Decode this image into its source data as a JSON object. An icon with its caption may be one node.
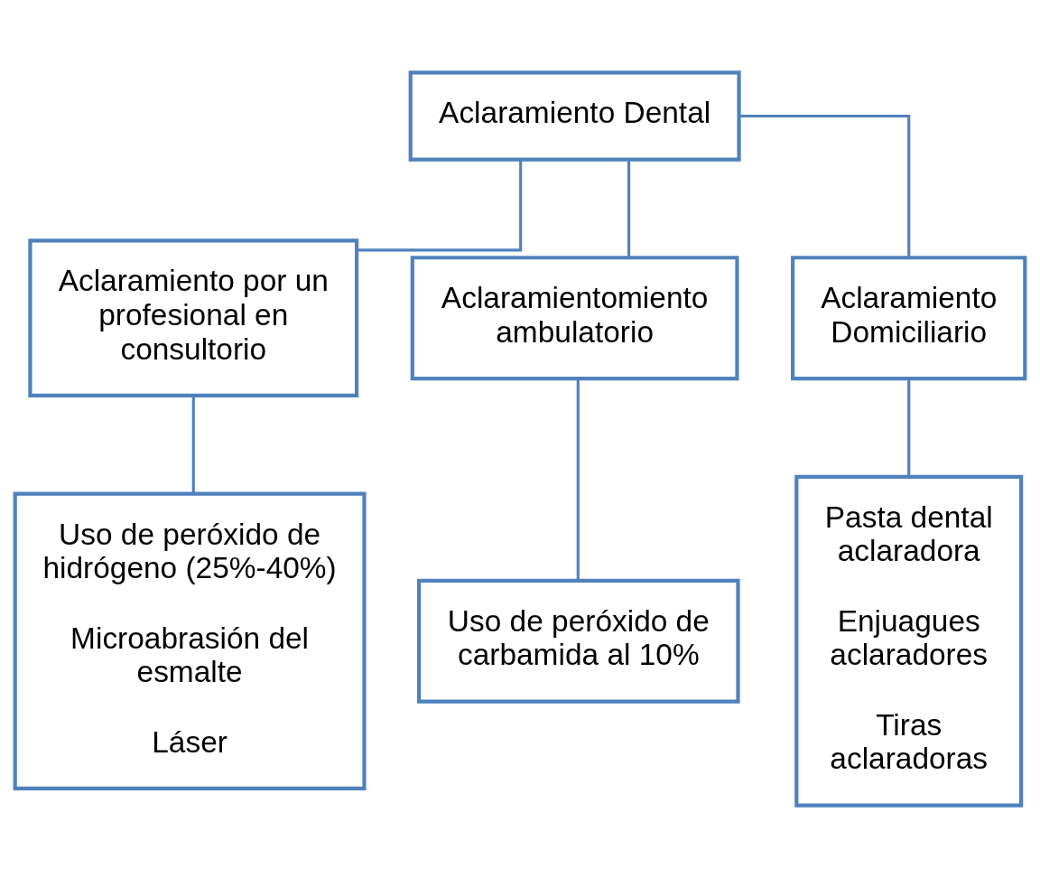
{
  "diagram": {
    "nodes": [
      {
        "text": [
          "Aclaramiento Dental"
        ]
      },
      {
        "text": [
          "Aclaramiento por un profesional en consultorio"
        ]
      },
      {
        "text": [
          "Aclaramientomiento ambulatorio"
        ]
      },
      {
        "text": [
          "Aclaramiento Domiciliario"
        ]
      },
      {
        "text": [
          "Uso de peróxido de hidrógeno (25%-40%)",
          "Microabrasión del esmalte",
          "Láser"
        ]
      },
      {
        "text": [
          "Uso de peróxido de carbamida al 10%"
        ]
      },
      {
        "text": [
          "Pasta dental aclaradora",
          "Enjuagues aclaradores",
          "Tiras aclaradoras"
        ]
      }
    ],
    "edges": [
      {
        "from": 0,
        "to": 1,
        "arrow": "none"
      },
      {
        "from": 0,
        "to": 2,
        "arrow": "none"
      },
      {
        "from": 0,
        "to": 3,
        "arrow": "none"
      },
      {
        "from": 1,
        "to": 4,
        "arrow": "none"
      },
      {
        "from": 2,
        "to": 5,
        "arrow": "none"
      },
      {
        "from": 3,
        "to": 6,
        "arrow": "none"
      }
    ]
  }
}
